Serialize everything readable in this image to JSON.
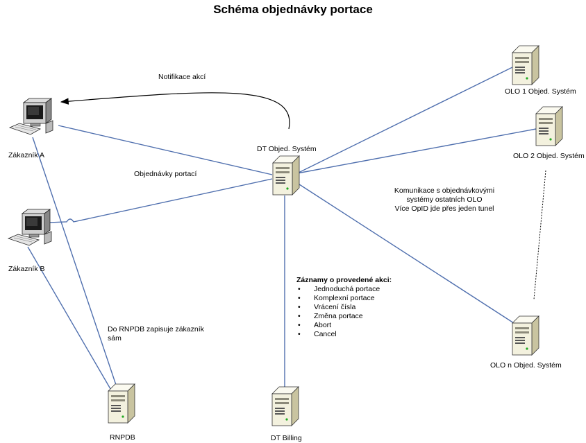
{
  "title": "Schéma objednávky portace",
  "nodes": {
    "customer_a": "Zákazník A",
    "customer_b": "Zákazník B",
    "dt_system": "DT Objed. Systém",
    "olo1": "OLO 1 Objed. Systém",
    "olo2": "OLO 2 Objed. Systém",
    "olon": "OLO n Objed. Systém",
    "rnpdb": "RNPDB",
    "dt_billing": "DT Billing"
  },
  "edges": {
    "notification": "Notifikace akcí",
    "orders": "Objednávky portací",
    "rnpdb_note_line1": "Do RNPDB zapisuje zákazník",
    "rnpdb_note_line2": "sám",
    "olo_comm_line1": "Komunikace s objednávkovými",
    "olo_comm_line2": "systémy ostatních OLO",
    "olo_comm_line3": "Více OpID jde přes jeden tunel"
  },
  "records": {
    "heading": "Záznamy o provedené akci:",
    "items": [
      "Jednoduchá portace",
      "Komplexní portace",
      "Vrácení čísla",
      "Změna portace",
      "Abort",
      "Cancel"
    ]
  },
  "colors": {
    "connection_line": "#4f6fae",
    "arrow": "#000000",
    "server_body": "#f3f1de",
    "server_side": "#c9c4a0"
  }
}
